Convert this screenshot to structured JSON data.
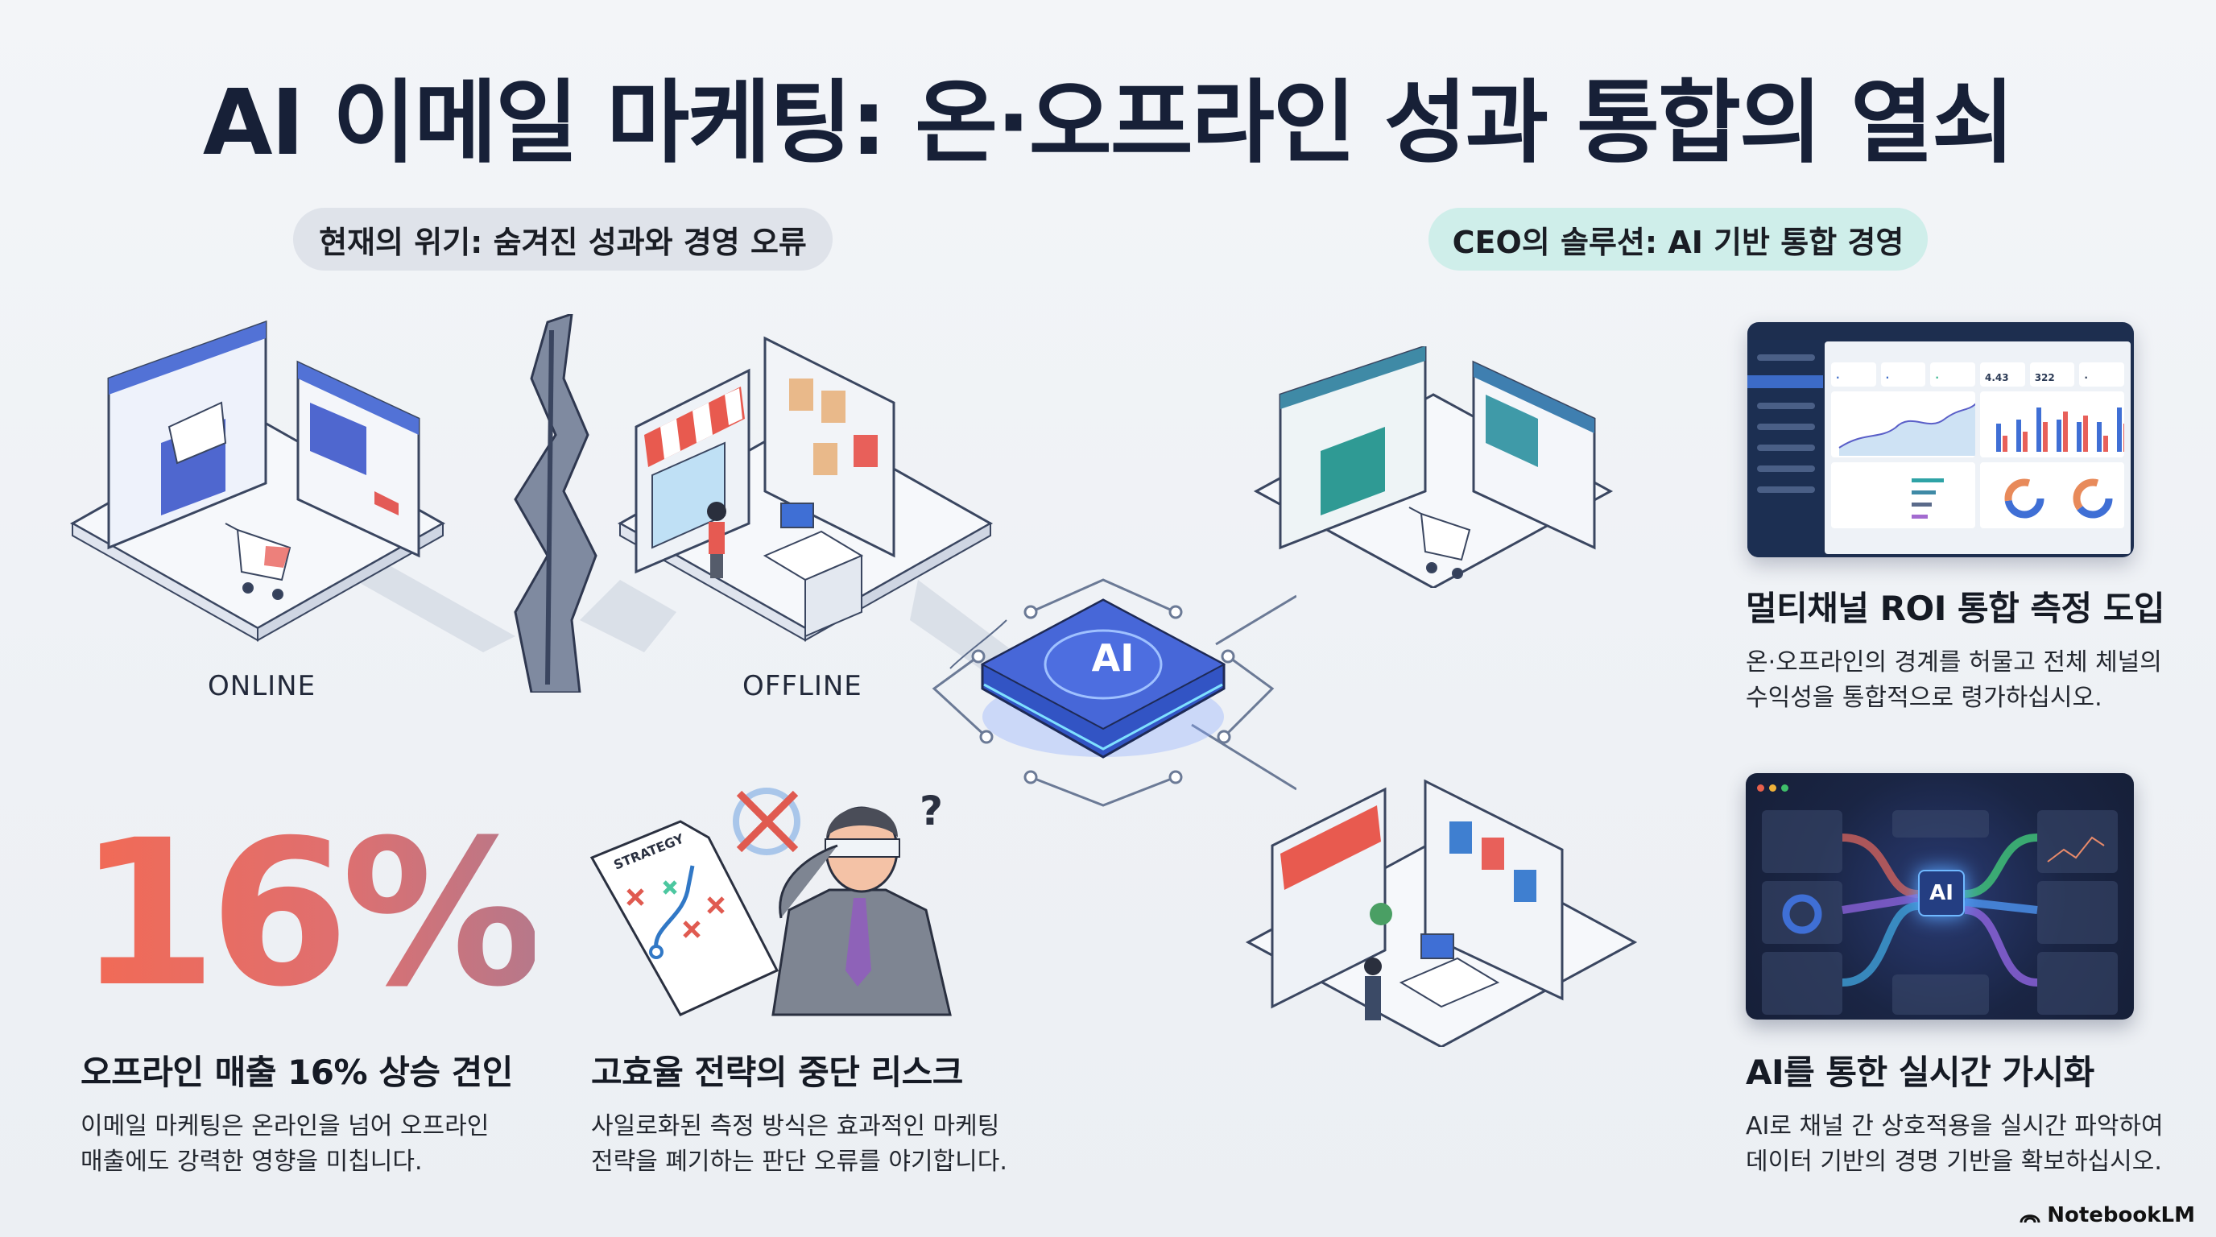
{
  "title": "AI 이메일 마케팅: 온·오프라인 성과 통합의 열쇠",
  "sections": {
    "crisis_pill": "현재의 위기: 숨겨진 성과와 경영 오류",
    "solution_pill": "CEO의 솔루션: AI 기반 통합 경영"
  },
  "illustration": {
    "online_label": "ONLINE",
    "offline_label": "OFFLINE",
    "ai_core_label": "AI",
    "strategy_doc_label": "STRATEGY",
    "question_mark": "?"
  },
  "stat": {
    "value": "16%",
    "gradient_colors": [
      "#f26a55",
      "#b7788a"
    ]
  },
  "cards": [
    {
      "heading": "오프라인 매출 16% 상승 견인",
      "body_lines": [
        "이메일 마케팅은 온라인을 넘어 오프라인",
        "매출에도 강력한 영향을 미칩니다."
      ]
    },
    {
      "heading": "고효율 전략의 중단 리스크",
      "body_lines": [
        "사일로화된 측정 방식은 효과적인 마케팅",
        "전략을 폐기하는 판단 오류를 야기합니다."
      ]
    },
    {
      "heading": "멀티채널 ROI 통합 측정 도입",
      "body_lines": [
        "온·오프라인의 경계를 허물고 전체 체널의",
        "수익성을 통합적으로 령가하십시오."
      ]
    },
    {
      "heading": "AI를 통한 실시간 가시화",
      "body_lines": [
        "AI로 채널 간 상호적용을 실시간 파악하여",
        "데이터 기반의 경명 기반을 확보하십시오."
      ]
    }
  ],
  "dashboard_roi": {
    "kpis": [
      "",
      "",
      "",
      "4.43",
      "322",
      ""
    ]
  },
  "dashboard_ai": {
    "chip_label": "AI",
    "window_dots": [
      "#e8604c",
      "#f0b23a",
      "#3fbf6a"
    ]
  },
  "brand": {
    "name": "NotebookLM"
  },
  "colors": {
    "title": "#172037",
    "crisis_pill_bg": "#dfe3ea",
    "solution_pill_bg": "#cfeeea",
    "ai_blue": "#3a5fd0"
  }
}
